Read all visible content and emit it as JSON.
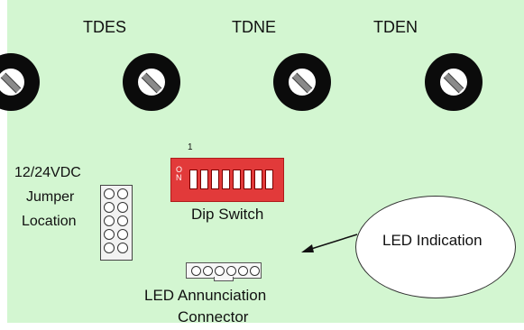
{
  "potentiometers": [
    {
      "label": ""
    },
    {
      "label": "TDES"
    },
    {
      "label": "TDNE"
    },
    {
      "label": "TDEN"
    }
  ],
  "jumper": {
    "label_line1": "12/24VDC",
    "label_line2": "Jumper",
    "label_line3": "Location"
  },
  "dip_switch": {
    "label": "Dip Switch",
    "position_mark": "1",
    "on_text": "ON",
    "switch_count": 8
  },
  "led_connector": {
    "label_line1": "LED Annunciation",
    "label_line2": "Connector",
    "pin_count": 6
  },
  "led_indication": {
    "label": "LED Indication"
  },
  "colors": {
    "board": "#d3f6d1",
    "dip_body": "#e23a3a",
    "pot_body": "#0b0b0b"
  }
}
